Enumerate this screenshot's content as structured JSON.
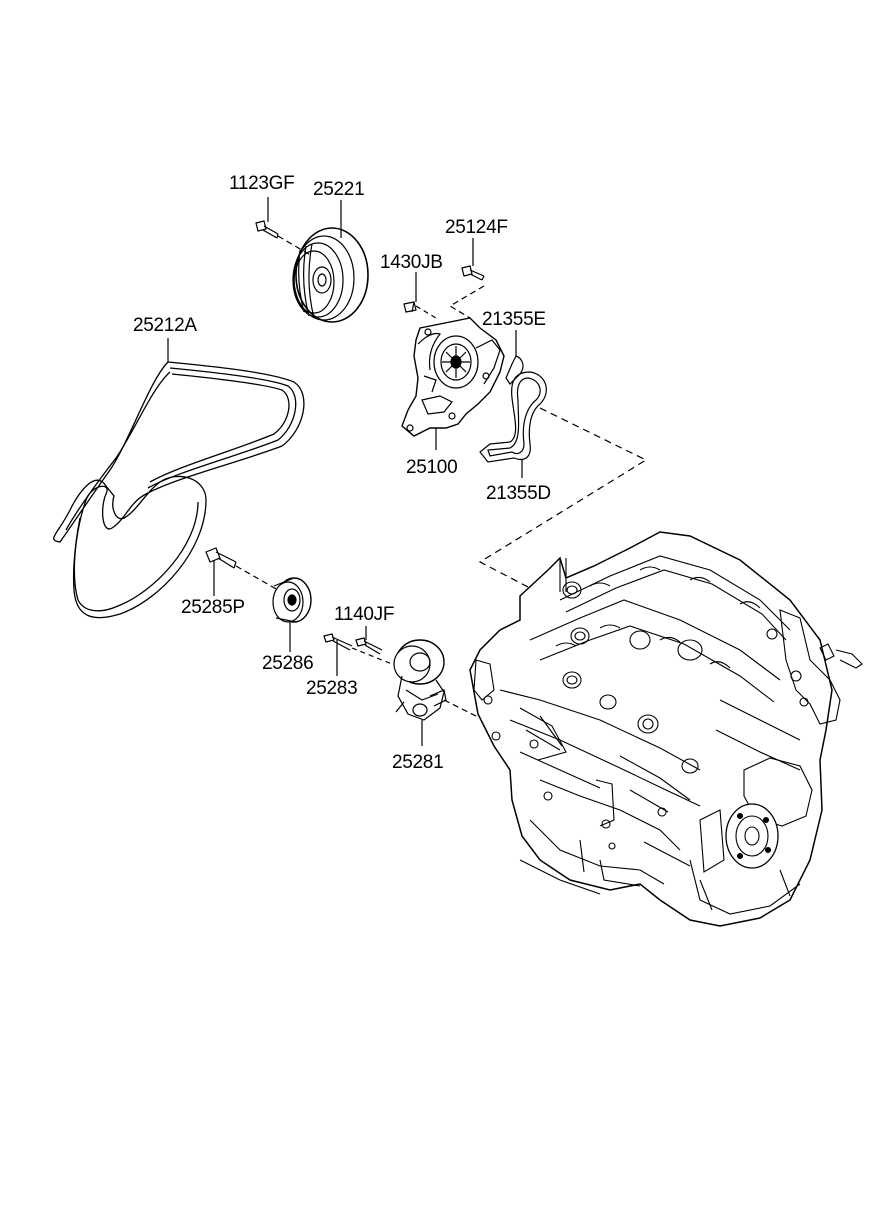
{
  "part_labels": {
    "p1123GF": "1123GF",
    "p25221": "25221",
    "p25124F": "25124F",
    "p1430JB": "1430JB",
    "p25212A": "25212A",
    "p21355E": "21355E",
    "p25100": "25100",
    "p21355D": "21355D",
    "p25285P": "25285P",
    "p1140JF": "1140JF",
    "p25286": "25286",
    "p25283": "25283",
    "p25281": "25281"
  },
  "colors": {
    "line": "#000000",
    "background": "#ffffff"
  }
}
